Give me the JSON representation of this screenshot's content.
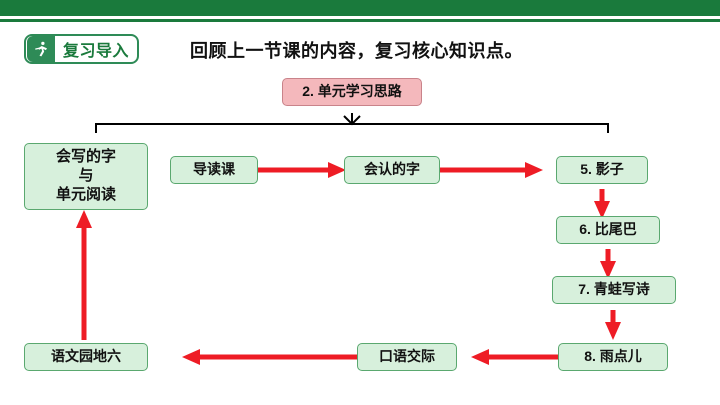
{
  "header": {
    "badge_icon": "runner-icon",
    "badge_label": "复习导入",
    "headline": "回顾上一节课的内容，复习核心知识点。",
    "bar_color": "#1a7a3c",
    "badge_border_color": "#2e8b57"
  },
  "diagram": {
    "title_node": {
      "label": "2. 单元学习思路",
      "color": "#f4b8bc"
    },
    "node_color": "#d7f0dc",
    "arrow_color": "#ee1c25",
    "connector_color": "#000000",
    "nodes": [
      {
        "id": "left-column",
        "label": "会写的字\n与\n单元阅读",
        "line1": "会写的字",
        "line2": "与",
        "line3": "单元阅读"
      },
      {
        "id": "daodu",
        "label": "导读课"
      },
      {
        "id": "huiren",
        "label": "会认的字"
      },
      {
        "id": "yingzi",
        "label": "5. 影子"
      },
      {
        "id": "biweiba",
        "label": "6. 比尾巴"
      },
      {
        "id": "qingwa",
        "label": "7. 青蛙写诗"
      },
      {
        "id": "yudian",
        "label": "8. 雨点儿"
      },
      {
        "id": "kouyu",
        "label": "口语交际"
      },
      {
        "id": "yuanlidi",
        "label": "语文园地六"
      }
    ]
  }
}
